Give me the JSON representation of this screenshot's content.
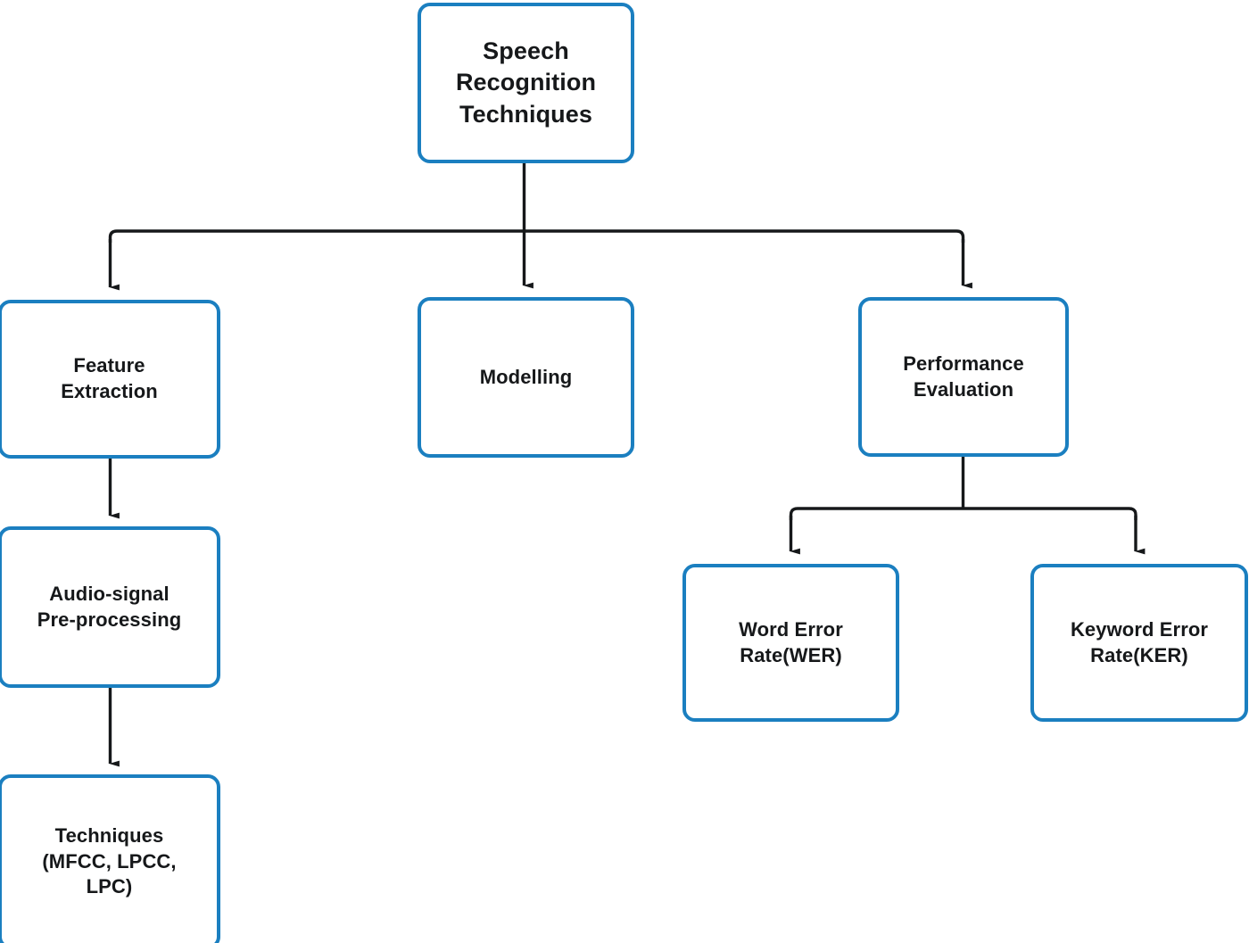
{
  "diagram": {
    "title": "Speech Recognition Techniques",
    "type": "flowchart",
    "colors": {
      "node_border": "#1b7fc0",
      "node_fill": "#ffffff",
      "edge": "#16181a",
      "text": "#16181a",
      "background": "#ffffff"
    },
    "nodes": [
      {
        "id": "root",
        "label": "Speech\nRecognition\nTechniques",
        "lines": [
          "Speech",
          "Recognition",
          "Techniques"
        ]
      },
      {
        "id": "feature",
        "label": "Feature\nExtraction",
        "lines": [
          "Feature",
          "Extraction"
        ]
      },
      {
        "id": "modelling",
        "label": "Modelling",
        "lines": [
          "Modelling"
        ]
      },
      {
        "id": "performance",
        "label": "Performance\nEvaluation",
        "lines": [
          "Performance",
          "Evaluation"
        ]
      },
      {
        "id": "audio",
        "label": "Audio-signal\nPre-processing",
        "lines": [
          "Audio-signal",
          "Pre-processing"
        ]
      },
      {
        "id": "wer",
        "label": "Word Error\nRate(WER)",
        "lines": [
          "Word Error",
          "Rate(WER)"
        ]
      },
      {
        "id": "ker",
        "label": "Keyword Error\nRate(KER)",
        "lines": [
          "Keyword Error",
          "Rate(KER)"
        ]
      },
      {
        "id": "techniques",
        "label": "Techniques\n(MFCC, LPCC,\nLPC)",
        "lines": [
          "Techniques",
          "(MFCC, LPCC,",
          "LPC)"
        ]
      }
    ],
    "edges": [
      {
        "id": "root-to-feature",
        "from": "root",
        "to": "feature",
        "arrow": true
      },
      {
        "id": "root-to-modelling",
        "from": "root",
        "to": "modelling",
        "arrow": true
      },
      {
        "id": "root-to-performance",
        "from": "root",
        "to": "performance",
        "arrow": true
      },
      {
        "id": "feature-to-audio",
        "from": "feature",
        "to": "audio",
        "arrow": true
      },
      {
        "id": "audio-to-techniques",
        "from": "audio",
        "to": "techniques",
        "arrow": true
      },
      {
        "id": "performance-to-wer",
        "from": "performance",
        "to": "wer",
        "arrow": true
      },
      {
        "id": "performance-to-ker",
        "from": "performance",
        "to": "ker",
        "arrow": true
      }
    ]
  }
}
